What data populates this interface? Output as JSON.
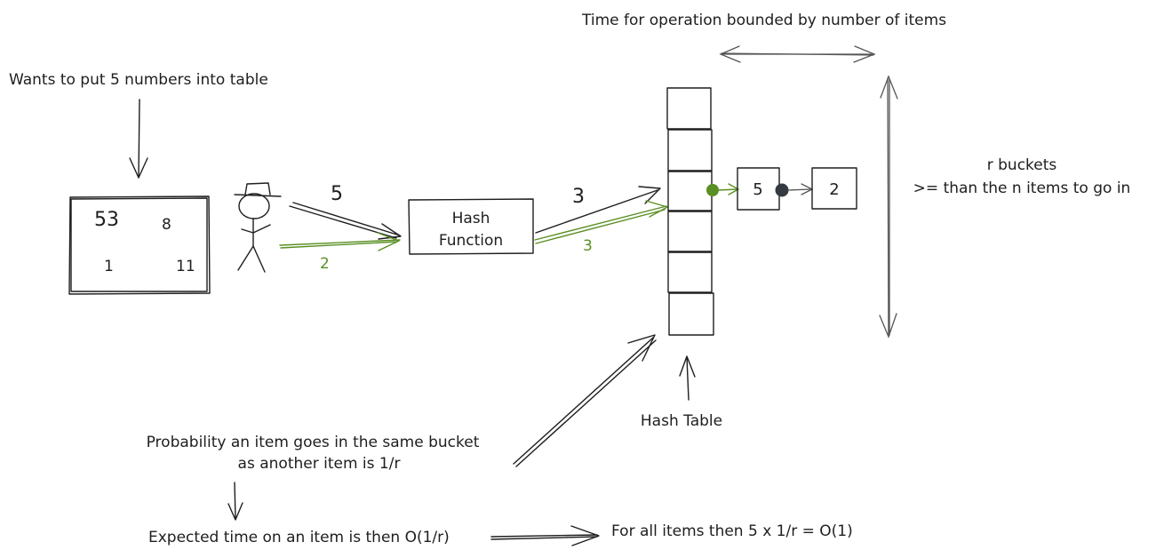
{
  "labels": {
    "wants_to_put": "Wants to put 5 numbers into table",
    "time_bounded": "Time for operation bounded by number of items",
    "r_buckets": "r buckets",
    "ge_items": ">= than the n items to go in",
    "hash_function_line1": "Hash",
    "hash_function_line2": "Function",
    "hash_table": "Hash Table",
    "probability_line1": "Probability an item goes in the same bucket",
    "probability_line2": "as another item is 1/r",
    "expected_time": "Expected time on an item is then O(1/r)",
    "all_items": "For all items then 5 x 1/r = O(1)"
  },
  "numbers_box": {
    "items": [
      "53",
      "8",
      "1",
      "11"
    ]
  },
  "arrow_values": {
    "input_black": "5",
    "input_green": "2",
    "output_black": "3",
    "output_green": "3"
  },
  "chain": {
    "node1": "5",
    "node2": "2"
  },
  "colors": {
    "ink": "#1e1e1e",
    "accent_green": "#5a8f23",
    "bucket_fill": "#e9ecef",
    "highlight_fill": "#d8e9c4"
  }
}
